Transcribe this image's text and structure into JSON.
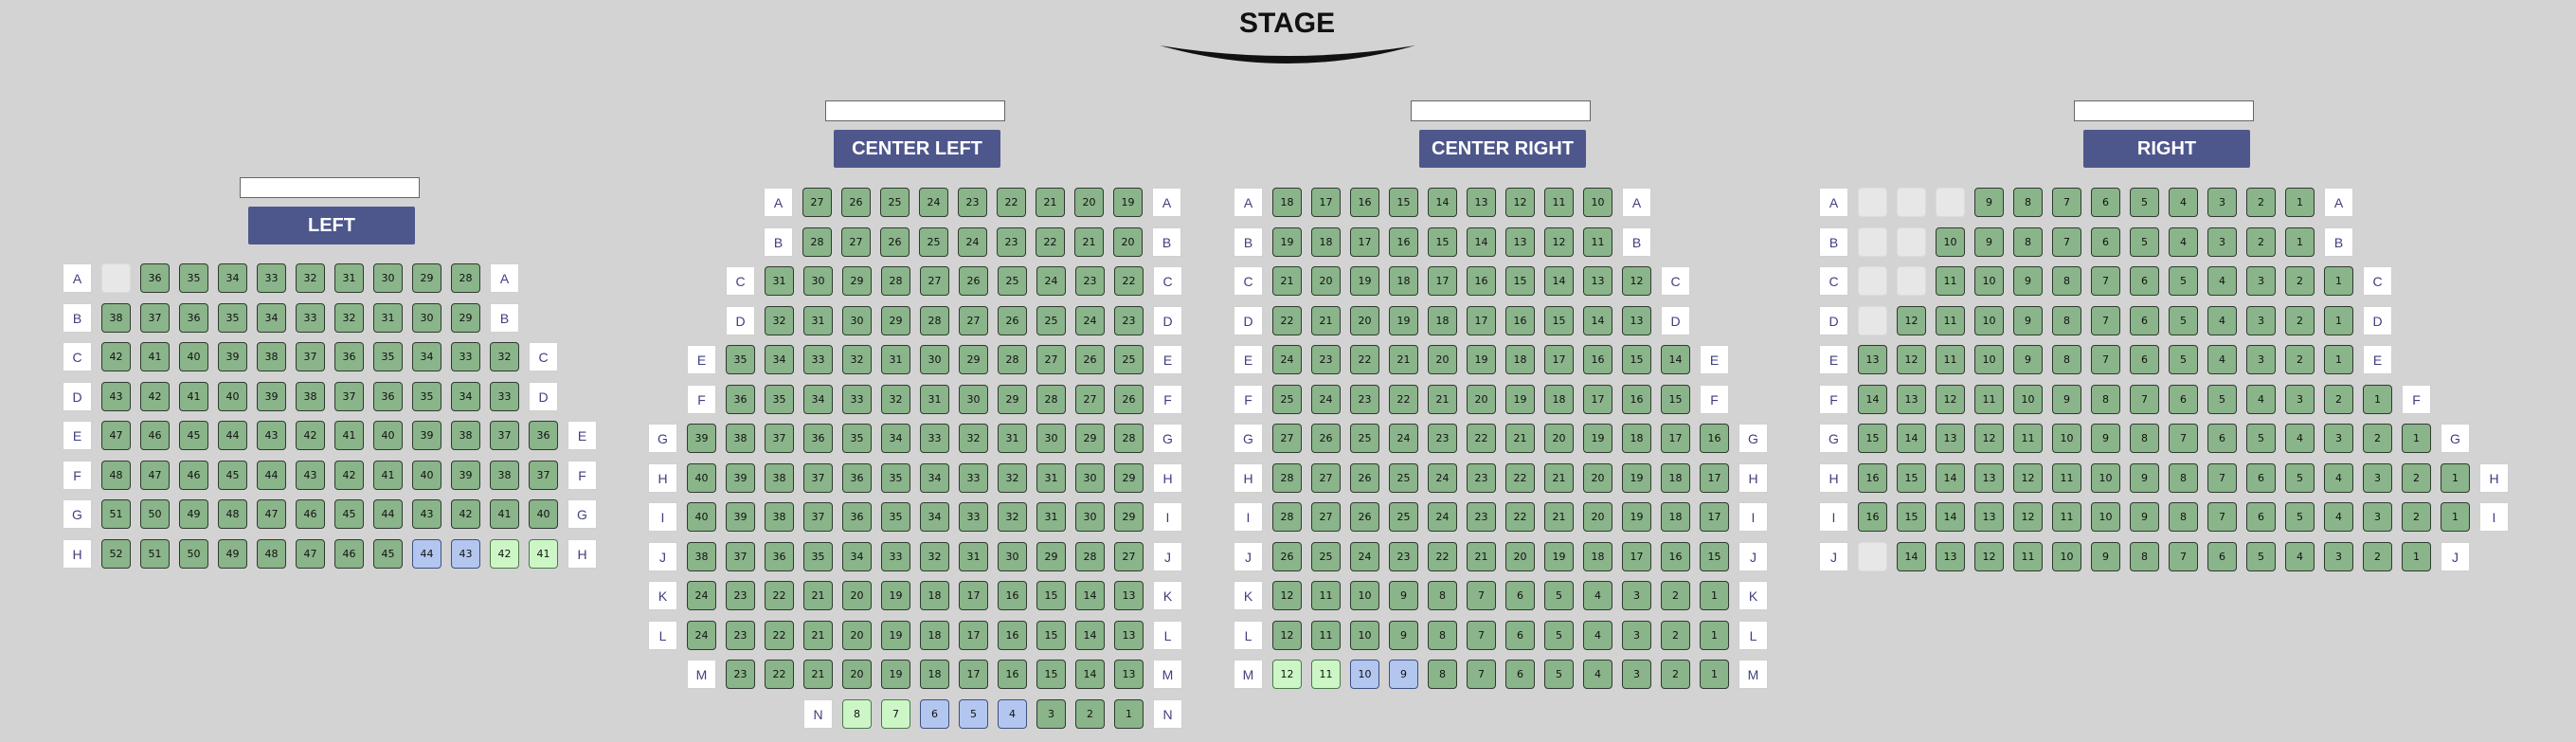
{
  "stage": {
    "title": "STAGE"
  },
  "sections": [
    {
      "id": "left",
      "label": "LEFT",
      "input_value": "",
      "rows": [
        {
          "row": "A",
          "seats": [
            "",
            "36",
            "35",
            "34",
            "33",
            "32",
            "31",
            "30",
            "29",
            "28"
          ]
        },
        {
          "row": "B",
          "seats": [
            "38",
            "37",
            "36",
            "35",
            "34",
            "33",
            "32",
            "31",
            "30",
            "29"
          ]
        },
        {
          "row": "C",
          "seats": [
            "42",
            "41",
            "40",
            "39",
            "38",
            "37",
            "36",
            "35",
            "34",
            "33",
            "32"
          ]
        },
        {
          "row": "D",
          "seats": [
            "43",
            "42",
            "41",
            "40",
            "39",
            "38",
            "37",
            "36",
            "35",
            "34",
            "33"
          ]
        },
        {
          "row": "E",
          "seats": [
            "47",
            "46",
            "45",
            "44",
            "43",
            "42",
            "41",
            "40",
            "39",
            "38",
            "37",
            "36"
          ]
        },
        {
          "row": "F",
          "seats": [
            "48",
            "47",
            "46",
            "45",
            "44",
            "43",
            "42",
            "41",
            "40",
            "39",
            "38",
            "37"
          ]
        },
        {
          "row": "G",
          "seats": [
            "51",
            "50",
            "49",
            "48",
            "47",
            "46",
            "45",
            "44",
            "43",
            "42",
            "41",
            "40"
          ]
        },
        {
          "row": "H",
          "seats": [
            "52",
            "51",
            "50",
            "49",
            "48",
            "47",
            "46",
            "45",
            "44",
            "43",
            "42",
            "41"
          ]
        }
      ]
    },
    {
      "id": "center-left",
      "label": "CENTER LEFT",
      "input_value": "",
      "rows": [
        {
          "row": "A",
          "seats": [
            "27",
            "26",
            "25",
            "24",
            "23",
            "22",
            "21",
            "20",
            "19"
          ]
        },
        {
          "row": "B",
          "seats": [
            "28",
            "27",
            "26",
            "25",
            "24",
            "23",
            "22",
            "21",
            "20"
          ]
        },
        {
          "row": "C",
          "seats": [
            "31",
            "30",
            "29",
            "28",
            "27",
            "26",
            "25",
            "24",
            "23",
            "22"
          ]
        },
        {
          "row": "D",
          "seats": [
            "32",
            "31",
            "30",
            "29",
            "28",
            "27",
            "26",
            "25",
            "24",
            "23"
          ]
        },
        {
          "row": "E",
          "seats": [
            "35",
            "34",
            "33",
            "32",
            "31",
            "30",
            "29",
            "28",
            "27",
            "26",
            "25"
          ]
        },
        {
          "row": "F",
          "seats": [
            "36",
            "35",
            "34",
            "33",
            "32",
            "31",
            "30",
            "29",
            "28",
            "27",
            "26"
          ]
        },
        {
          "row": "G",
          "seats": [
            "39",
            "38",
            "37",
            "36",
            "35",
            "34",
            "33",
            "32",
            "31",
            "30",
            "29",
            "28"
          ]
        },
        {
          "row": "H",
          "seats": [
            "40",
            "39",
            "38",
            "37",
            "36",
            "35",
            "34",
            "33",
            "32",
            "31",
            "30",
            "29"
          ]
        },
        {
          "row": "I",
          "seats": [
            "40",
            "39",
            "38",
            "37",
            "36",
            "35",
            "34",
            "33",
            "32",
            "31",
            "30",
            "29"
          ]
        },
        {
          "row": "J",
          "seats": [
            "38",
            "37",
            "36",
            "35",
            "34",
            "33",
            "32",
            "31",
            "30",
            "29",
            "28",
            "27"
          ]
        },
        {
          "row": "K",
          "seats": [
            "24",
            "23",
            "22",
            "21",
            "20",
            "19",
            "18",
            "17",
            "16",
            "15",
            "14",
            "13"
          ]
        },
        {
          "row": "L",
          "seats": [
            "24",
            "23",
            "22",
            "21",
            "20",
            "19",
            "18",
            "17",
            "16",
            "15",
            "14",
            "13"
          ]
        },
        {
          "row": "M",
          "seats": [
            "23",
            "22",
            "21",
            "20",
            "19",
            "18",
            "17",
            "16",
            "15",
            "14",
            "13"
          ]
        },
        {
          "row": "N",
          "seats": [
            "8",
            "7",
            "6",
            "5",
            "4",
            "3",
            "2",
            "1"
          ]
        }
      ]
    },
    {
      "id": "center-right",
      "label": "CENTER RIGHT",
      "input_value": "",
      "rows": [
        {
          "row": "A",
          "seats": [
            "18",
            "17",
            "16",
            "15",
            "14",
            "13",
            "12",
            "11",
            "10"
          ]
        },
        {
          "row": "B",
          "seats": [
            "19",
            "18",
            "17",
            "16",
            "15",
            "14",
            "13",
            "12",
            "11"
          ]
        },
        {
          "row": "C",
          "seats": [
            "21",
            "20",
            "19",
            "18",
            "17",
            "16",
            "15",
            "14",
            "13",
            "12"
          ]
        },
        {
          "row": "D",
          "seats": [
            "22",
            "21",
            "20",
            "19",
            "18",
            "17",
            "16",
            "15",
            "14",
            "13"
          ]
        },
        {
          "row": "E",
          "seats": [
            "24",
            "23",
            "22",
            "21",
            "20",
            "19",
            "18",
            "17",
            "16",
            "15",
            "14"
          ]
        },
        {
          "row": "F",
          "seats": [
            "25",
            "24",
            "23",
            "22",
            "21",
            "20",
            "19",
            "18",
            "17",
            "16",
            "15"
          ]
        },
        {
          "row": "G",
          "seats": [
            "27",
            "26",
            "25",
            "24",
            "23",
            "22",
            "21",
            "20",
            "19",
            "18",
            "17",
            "16"
          ]
        },
        {
          "row": "H",
          "seats": [
            "28",
            "27",
            "26",
            "25",
            "24",
            "23",
            "22",
            "21",
            "20",
            "19",
            "18",
            "17"
          ]
        },
        {
          "row": "I",
          "seats": [
            "28",
            "27",
            "26",
            "25",
            "24",
            "23",
            "22",
            "21",
            "20",
            "19",
            "18",
            "17"
          ]
        },
        {
          "row": "J",
          "seats": [
            "26",
            "25",
            "24",
            "23",
            "22",
            "21",
            "20",
            "19",
            "18",
            "17",
            "16",
            "15"
          ]
        },
        {
          "row": "K",
          "seats": [
            "12",
            "11",
            "10",
            "9",
            "8",
            "7",
            "6",
            "5",
            "4",
            "3",
            "2",
            "1"
          ]
        },
        {
          "row": "L",
          "seats": [
            "12",
            "11",
            "10",
            "9",
            "8",
            "7",
            "6",
            "5",
            "4",
            "3",
            "2",
            "1"
          ]
        },
        {
          "row": "M",
          "seats": [
            "12",
            "11",
            "10",
            "9",
            "8",
            "7",
            "6",
            "5",
            "4",
            "3",
            "2",
            "1"
          ]
        }
      ]
    },
    {
      "id": "right",
      "label": "RIGHT",
      "input_value": "",
      "rows": [
        {
          "row": "A",
          "seats": [
            "",
            "",
            "",
            "9",
            "8",
            "7",
            "6",
            "5",
            "4",
            "3",
            "2",
            "1"
          ]
        },
        {
          "row": "B",
          "seats": [
            "",
            "",
            "10",
            "9",
            "8",
            "7",
            "6",
            "5",
            "4",
            "3",
            "2",
            "1"
          ]
        },
        {
          "row": "C",
          "seats": [
            "",
            "",
            "11",
            "10",
            "9",
            "8",
            "7",
            "6",
            "5",
            "4",
            "3",
            "2",
            "1"
          ]
        },
        {
          "row": "D",
          "seats": [
            "",
            "12",
            "11",
            "10",
            "9",
            "8",
            "7",
            "6",
            "5",
            "4",
            "3",
            "2",
            "1"
          ]
        },
        {
          "row": "E",
          "seats": [
            "13",
            "12",
            "11",
            "10",
            "9",
            "8",
            "7",
            "6",
            "5",
            "4",
            "3",
            "2",
            "1"
          ]
        },
        {
          "row": "F",
          "seats": [
            "14",
            "13",
            "12",
            "11",
            "10",
            "9",
            "8",
            "7",
            "6",
            "5",
            "4",
            "3",
            "2",
            "1"
          ]
        },
        {
          "row": "G",
          "seats": [
            "15",
            "14",
            "13",
            "12",
            "11",
            "10",
            "9",
            "8",
            "7",
            "6",
            "5",
            "4",
            "3",
            "2",
            "1"
          ]
        },
        {
          "row": "H",
          "seats": [
            "16",
            "15",
            "14",
            "13",
            "12",
            "11",
            "10",
            "9",
            "8",
            "7",
            "6",
            "5",
            "4",
            "3",
            "2",
            "1"
          ]
        },
        {
          "row": "I",
          "seats": [
            "16",
            "15",
            "14",
            "13",
            "12",
            "11",
            "10",
            "9",
            "8",
            "7",
            "6",
            "5",
            "4",
            "3",
            "2",
            "1"
          ]
        },
        {
          "row": "J",
          "seats": [
            "",
            "14",
            "13",
            "12",
            "11",
            "10",
            "9",
            "8",
            "7",
            "6",
            "5",
            "4",
            "3",
            "2",
            "1"
          ]
        }
      ]
    }
  ],
  "seat_status_overrides": [
    {
      "section": "left",
      "row": "H",
      "seat": "44",
      "status": "selected-blue"
    },
    {
      "section": "left",
      "row": "H",
      "seat": "43",
      "status": "selected-blue"
    },
    {
      "section": "left",
      "row": "H",
      "seat": "42",
      "status": "selected-lightgreen"
    },
    {
      "section": "left",
      "row": "H",
      "seat": "41",
      "status": "selected-lightgreen"
    },
    {
      "section": "center-left",
      "row": "N",
      "seat": "8",
      "status": "selected-lightgreen"
    },
    {
      "section": "center-left",
      "row": "N",
      "seat": "7",
      "status": "selected-lightgreen"
    },
    {
      "section": "center-left",
      "row": "N",
      "seat": "6",
      "status": "selected-blue"
    },
    {
      "section": "center-left",
      "row": "N",
      "seat": "5",
      "status": "selected-blue"
    },
    {
      "section": "center-left",
      "row": "N",
      "seat": "4",
      "status": "selected-blue"
    },
    {
      "section": "center-right",
      "row": "M",
      "seat": "12",
      "status": "selected-lightgreen"
    },
    {
      "section": "center-right",
      "row": "M",
      "seat": "11",
      "status": "selected-lightgreen"
    },
    {
      "section": "center-right",
      "row": "M",
      "seat": "10",
      "status": "selected-blue"
    },
    {
      "section": "center-right",
      "row": "M",
      "seat": "9",
      "status": "selected-blue"
    }
  ],
  "colors": {
    "background": "#d3d3d3",
    "seat_available": "#8ab48a",
    "seat_selected_lightgreen": "#cdf6c7",
    "seat_selected_blue": "#b3c6ef",
    "seat_empty": "#e7e7e7",
    "section_label_bg": "#4e578c",
    "row_label_text": "#3f3f80"
  }
}
